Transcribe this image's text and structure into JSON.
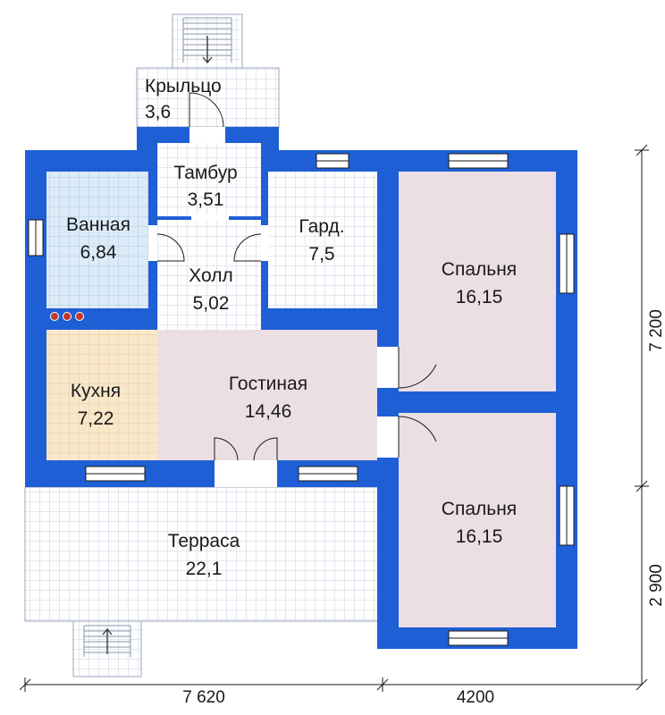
{
  "colors": {
    "wall": "#1f5fd6",
    "tile_bath": "#dcebf8",
    "tile_kitchen": "#f8e7c9",
    "tile_plain": "#ffffff",
    "room_pink": "#ecdfe3",
    "grid_line": "#b9c3d6",
    "stove": "#c0392b"
  },
  "icons": [
    "stair-arrow-icon",
    "stove-icon"
  ],
  "rooms": {
    "porch": {
      "name": "Крыльцо",
      "area": "3,6"
    },
    "vestibule": {
      "name": "Тамбур",
      "area": "3,51"
    },
    "bathroom": {
      "name": "Ванная",
      "area": "6,84"
    },
    "hall": {
      "name": "Холл",
      "area": "5,02"
    },
    "wardrobe": {
      "name": "Гард.",
      "area": "7,5"
    },
    "bedroom1": {
      "name": "Спальня",
      "area": "16,15"
    },
    "bedroom2": {
      "name": "Спальня",
      "area": "16,15"
    },
    "kitchen": {
      "name": "Кухня",
      "area": "7,22"
    },
    "living": {
      "name": "Гостиная",
      "area": "14,46"
    },
    "terrace": {
      "name": "Терраса",
      "area": "22,1"
    }
  },
  "dimensions": {
    "bottom_left": "7 620",
    "bottom_right": "4200",
    "right_upper": "7 200",
    "right_lower": "2 900"
  }
}
